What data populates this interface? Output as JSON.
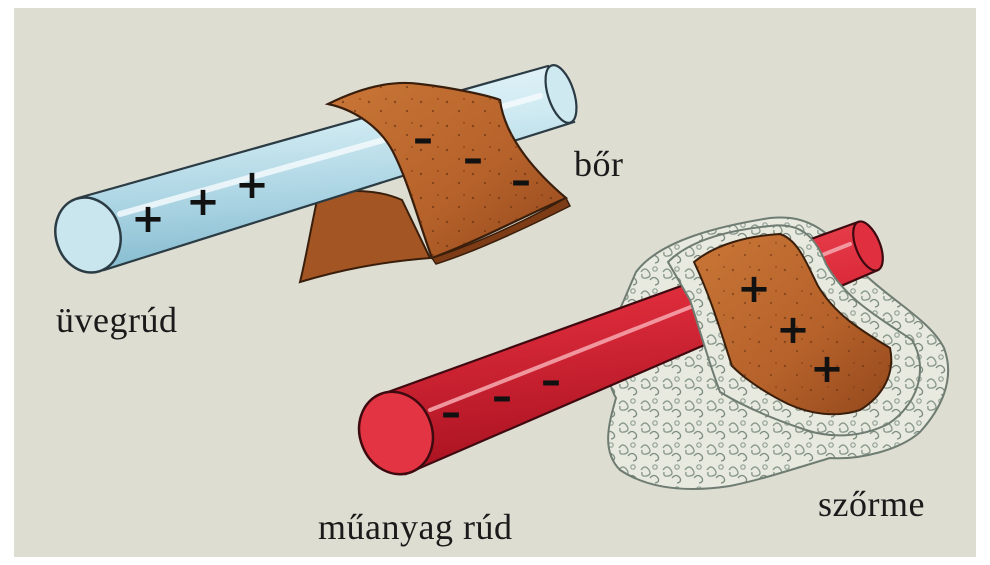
{
  "colors": {
    "background": "#ddddd2",
    "glass_rod": "#bfe3ee",
    "plastic_rod": "#d8283a",
    "leather": "#b5612a",
    "fur": "#e4e6dc"
  },
  "labels": {
    "glass_rod": "üvegrúd",
    "leather": "bőr",
    "plastic_rod": "műanyag rúd",
    "fur": "szőrme"
  },
  "charges": {
    "glass_rod": [
      "+",
      "+",
      "+"
    ],
    "leather": [
      "–",
      "–",
      "–"
    ],
    "plastic_rod": [
      "–",
      "–",
      "–"
    ],
    "fur": [
      "+",
      "+",
      "+"
    ]
  }
}
